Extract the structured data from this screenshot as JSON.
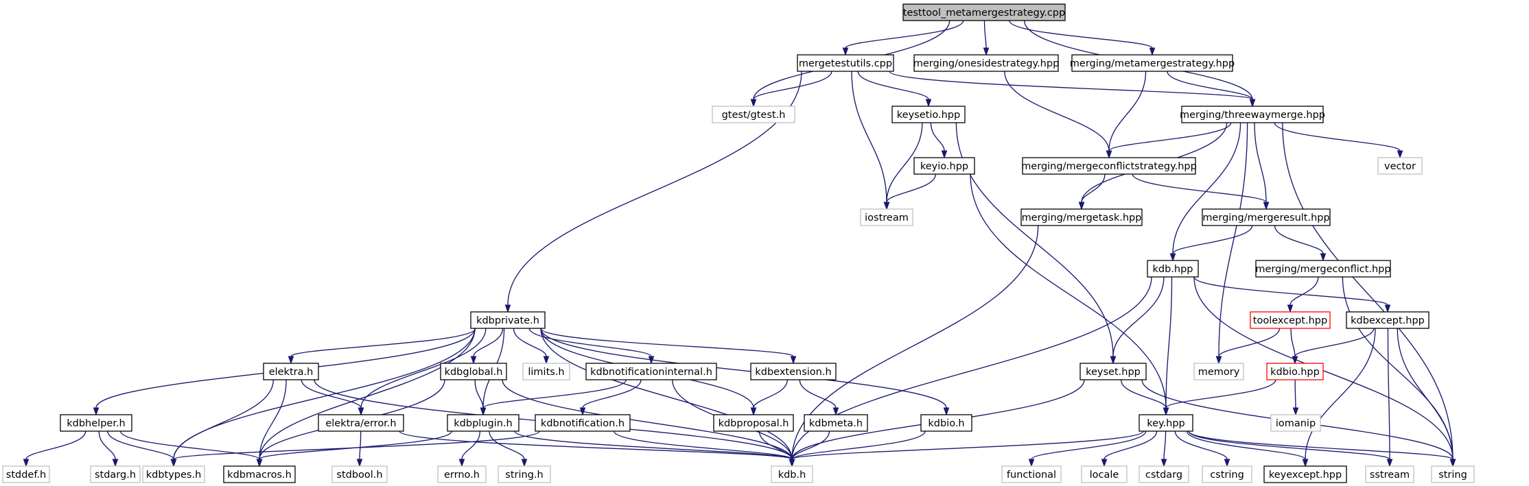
{
  "colors": {
    "edge": "#191970",
    "root_fill": "#bfbfbf",
    "root_border": "#000000",
    "normal_border": "#000000",
    "external_border": "#bfbfbf",
    "incomplete_border": "#ff0000",
    "external_text": "#000000"
  },
  "nodes": [
    {
      "id": "root",
      "label": "testtool_metamergestrategy.cpp",
      "kind": "root"
    },
    {
      "id": "mergetestutils",
      "label": "mergetestutils.cpp",
      "kind": "normal"
    },
    {
      "id": "onesidestrategy",
      "label": "merging/onesidestrategy.hpp",
      "kind": "normal"
    },
    {
      "id": "metamergestrategy",
      "label": "merging/metamergestrategy.hpp",
      "kind": "normal"
    },
    {
      "id": "gtest",
      "label": "gtest/gtest.h",
      "kind": "external"
    },
    {
      "id": "threewaymerge",
      "label": "merging/threewaymerge.hpp",
      "kind": "normal"
    },
    {
      "id": "keysetio",
      "label": "keysetio.hpp",
      "kind": "normal"
    },
    {
      "id": "mergeconflictstrategy",
      "label": "merging/mergeconflictstrategy.hpp",
      "kind": "normal"
    },
    {
      "id": "vector",
      "label": "vector",
      "kind": "external"
    },
    {
      "id": "keyio",
      "label": "keyio.hpp",
      "kind": "normal"
    },
    {
      "id": "iostream",
      "label": "iostream",
      "kind": "external"
    },
    {
      "id": "mergetask",
      "label": "merging/mergetask.hpp",
      "kind": "normal"
    },
    {
      "id": "mergeresult",
      "label": "merging/mergeresult.hpp",
      "kind": "normal"
    },
    {
      "id": "kdbhpp",
      "label": "kdb.hpp",
      "kind": "normal"
    },
    {
      "id": "mergeconflict",
      "label": "merging/mergeconflict.hpp",
      "kind": "normal"
    },
    {
      "id": "kdbprivate",
      "label": "kdbprivate.h",
      "kind": "normal"
    },
    {
      "id": "toolexcept",
      "label": "toolexcept.hpp",
      "kind": "incomplete"
    },
    {
      "id": "kdbexcept",
      "label": "kdbexcept.hpp",
      "kind": "normal"
    },
    {
      "id": "elektra",
      "label": "elektra.h",
      "kind": "normal"
    },
    {
      "id": "kdbglobal",
      "label": "kdbglobal.h",
      "kind": "normal"
    },
    {
      "id": "limits",
      "label": "limits.h",
      "kind": "external"
    },
    {
      "id": "kdbnotificationinternal",
      "label": "kdbnotificationinternal.h",
      "kind": "normal"
    },
    {
      "id": "kdbextension",
      "label": "kdbextension.h",
      "kind": "normal"
    },
    {
      "id": "keyset",
      "label": "keyset.hpp",
      "kind": "normal"
    },
    {
      "id": "memory",
      "label": "memory",
      "kind": "external"
    },
    {
      "id": "kdbio_hpp",
      "label": "kdbio.hpp",
      "kind": "incomplete"
    },
    {
      "id": "kdbhelper",
      "label": "kdbhelper.h",
      "kind": "normal"
    },
    {
      "id": "elektraerror",
      "label": "elektra/error.h",
      "kind": "normal"
    },
    {
      "id": "kdbplugin",
      "label": "kdbplugin.h",
      "kind": "normal"
    },
    {
      "id": "kdbnotification",
      "label": "kdbnotification.h",
      "kind": "normal"
    },
    {
      "id": "kdbproposal",
      "label": "kdbproposal.h",
      "kind": "normal"
    },
    {
      "id": "kdbmeta",
      "label": "kdbmeta.h",
      "kind": "normal"
    },
    {
      "id": "kdbio_h",
      "label": "kdbio.h",
      "kind": "normal"
    },
    {
      "id": "keyhpp",
      "label": "key.hpp",
      "kind": "normal"
    },
    {
      "id": "iomanip",
      "label": "iomanip",
      "kind": "external"
    },
    {
      "id": "stddef",
      "label": "stddef.h",
      "kind": "external"
    },
    {
      "id": "stdarg",
      "label": "stdarg.h",
      "kind": "external"
    },
    {
      "id": "kdbtypes",
      "label": "kdbtypes.h",
      "kind": "external"
    },
    {
      "id": "kdbmacros",
      "label": "kdbmacros.h",
      "kind": "normal"
    },
    {
      "id": "stdbool",
      "label": "stdbool.h",
      "kind": "external"
    },
    {
      "id": "errno",
      "label": "errno.h",
      "kind": "external"
    },
    {
      "id": "stringh",
      "label": "string.h",
      "kind": "external"
    },
    {
      "id": "kdbh",
      "label": "kdb.h",
      "kind": "external"
    },
    {
      "id": "functional",
      "label": "functional",
      "kind": "external"
    },
    {
      "id": "locale",
      "label": "locale",
      "kind": "external"
    },
    {
      "id": "cstdarg",
      "label": "cstdarg",
      "kind": "external"
    },
    {
      "id": "cstring",
      "label": "cstring",
      "kind": "external"
    },
    {
      "id": "keyexcept",
      "label": "keyexcept.hpp",
      "kind": "normal"
    },
    {
      "id": "sstream",
      "label": "sstream",
      "kind": "external"
    },
    {
      "id": "string",
      "label": "string",
      "kind": "external"
    }
  ],
  "edges": [
    [
      "root",
      "gtest"
    ],
    [
      "root",
      "mergetestutils"
    ],
    [
      "root",
      "onesidestrategy"
    ],
    [
      "root",
      "metamergestrategy"
    ],
    [
      "root",
      "threewaymerge"
    ],
    [
      "mergetestutils",
      "gtest"
    ],
    [
      "mergetestutils",
      "threewaymerge"
    ],
    [
      "mergetestutils",
      "keysetio"
    ],
    [
      "mergetestutils",
      "iostream"
    ],
    [
      "mergetestutils",
      "kdbprivate"
    ],
    [
      "onesidestrategy",
      "mergeconflictstrategy"
    ],
    [
      "metamergestrategy",
      "mergeconflictstrategy"
    ],
    [
      "metamergestrategy",
      "threewaymerge"
    ],
    [
      "threewaymerge",
      "mergeconflictstrategy"
    ],
    [
      "threewaymerge",
      "vector"
    ],
    [
      "threewaymerge",
      "string"
    ],
    [
      "threewaymerge",
      "memory"
    ],
    [
      "threewaymerge",
      "mergeresult"
    ],
    [
      "threewaymerge",
      "mergetask"
    ],
    [
      "threewaymerge",
      "kdbhpp"
    ],
    [
      "keysetio",
      "iostream"
    ],
    [
      "keysetio",
      "keyio"
    ],
    [
      "keysetio",
      "keyset"
    ],
    [
      "keyio",
      "iostream"
    ],
    [
      "keyio",
      "keyhpp"
    ],
    [
      "mergeconflictstrategy",
      "mergetask"
    ],
    [
      "mergeconflictstrategy",
      "mergeresult"
    ],
    [
      "mergetask",
      "kdbh"
    ],
    [
      "mergeresult",
      "kdbhpp"
    ],
    [
      "mergeresult",
      "mergeconflict"
    ],
    [
      "mergeconflict",
      "toolexcept"
    ],
    [
      "mergeconflict",
      "string"
    ],
    [
      "kdbhpp",
      "kdbexcept"
    ],
    [
      "kdbhpp",
      "keyset"
    ],
    [
      "kdbhpp",
      "keyhpp"
    ],
    [
      "kdbhpp",
      "kdbh"
    ],
    [
      "kdbhpp",
      "string"
    ],
    [
      "toolexcept",
      "memory"
    ],
    [
      "toolexcept",
      "kdbio_hpp"
    ],
    [
      "kdbexcept",
      "kdbio_hpp"
    ],
    [
      "kdbexcept",
      "keyexcept"
    ],
    [
      "kdbexcept",
      "sstream"
    ],
    [
      "kdbexcept",
      "string"
    ],
    [
      "kdbio_hpp",
      "iomanip"
    ],
    [
      "kdbio_hpp",
      "keyhpp"
    ],
    [
      "keyset",
      "keyhpp"
    ],
    [
      "keyset",
      "kdbh"
    ],
    [
      "keyset",
      "string"
    ],
    [
      "keyhpp",
      "functional"
    ],
    [
      "keyhpp",
      "locale"
    ],
    [
      "keyhpp",
      "cstdarg"
    ],
    [
      "keyhpp",
      "cstring"
    ],
    [
      "keyhpp",
      "keyexcept"
    ],
    [
      "keyhpp",
      "sstream"
    ],
    [
      "keyhpp",
      "string"
    ],
    [
      "keyhpp",
      "kdbh"
    ],
    [
      "kdbprivate",
      "kdbhelper"
    ],
    [
      "kdbprivate",
      "elektra"
    ],
    [
      "kdbprivate",
      "kdbglobal"
    ],
    [
      "kdbprivate",
      "limits"
    ],
    [
      "kdbprivate",
      "kdbnotificationinternal"
    ],
    [
      "kdbprivate",
      "kdbextension"
    ],
    [
      "kdbprivate",
      "kdbio_h"
    ],
    [
      "kdbprivate",
      "kdbtypes"
    ],
    [
      "kdbprivate",
      "kdbmacros"
    ],
    [
      "kdbprivate",
      "elektraerror"
    ],
    [
      "kdbprivate",
      "kdbplugin"
    ],
    [
      "kdbprivate",
      "kdbproposal"
    ],
    [
      "kdbprivate",
      "kdbh"
    ],
    [
      "kdbhelper",
      "stddef"
    ],
    [
      "kdbhelper",
      "stdarg"
    ],
    [
      "kdbhelper",
      "kdbtypes"
    ],
    [
      "kdbhelper",
      "kdbmacros"
    ],
    [
      "elektra",
      "elektraerror"
    ],
    [
      "elektra",
      "kdbtypes"
    ],
    [
      "elektra",
      "kdbmacros"
    ],
    [
      "elektra",
      "kdbh"
    ],
    [
      "kdbglobal",
      "kdbplugin"
    ],
    [
      "kdbglobal",
      "kdbmacros"
    ],
    [
      "kdbglobal",
      "kdbh"
    ],
    [
      "kdbnotificationinternal",
      "kdbplugin"
    ],
    [
      "kdbnotificationinternal",
      "kdbnotification"
    ],
    [
      "kdbnotificationinternal",
      "kdbh"
    ],
    [
      "kdbextension",
      "kdbproposal"
    ],
    [
      "kdbextension",
      "kdbmeta"
    ],
    [
      "elektraerror",
      "stdbool"
    ],
    [
      "elektraerror",
      "kdbh"
    ],
    [
      "kdbplugin",
      "errno"
    ],
    [
      "kdbplugin",
      "stringh"
    ],
    [
      "kdbplugin",
      "kdbmacros"
    ],
    [
      "kdbplugin",
      "kdbh"
    ],
    [
      "kdbnotification",
      "kdbtypes"
    ],
    [
      "kdbnotification",
      "kdbh"
    ],
    [
      "kdbproposal",
      "kdbh"
    ],
    [
      "kdbmeta",
      "kdbh"
    ],
    [
      "kdbio_h",
      "kdbh"
    ]
  ]
}
